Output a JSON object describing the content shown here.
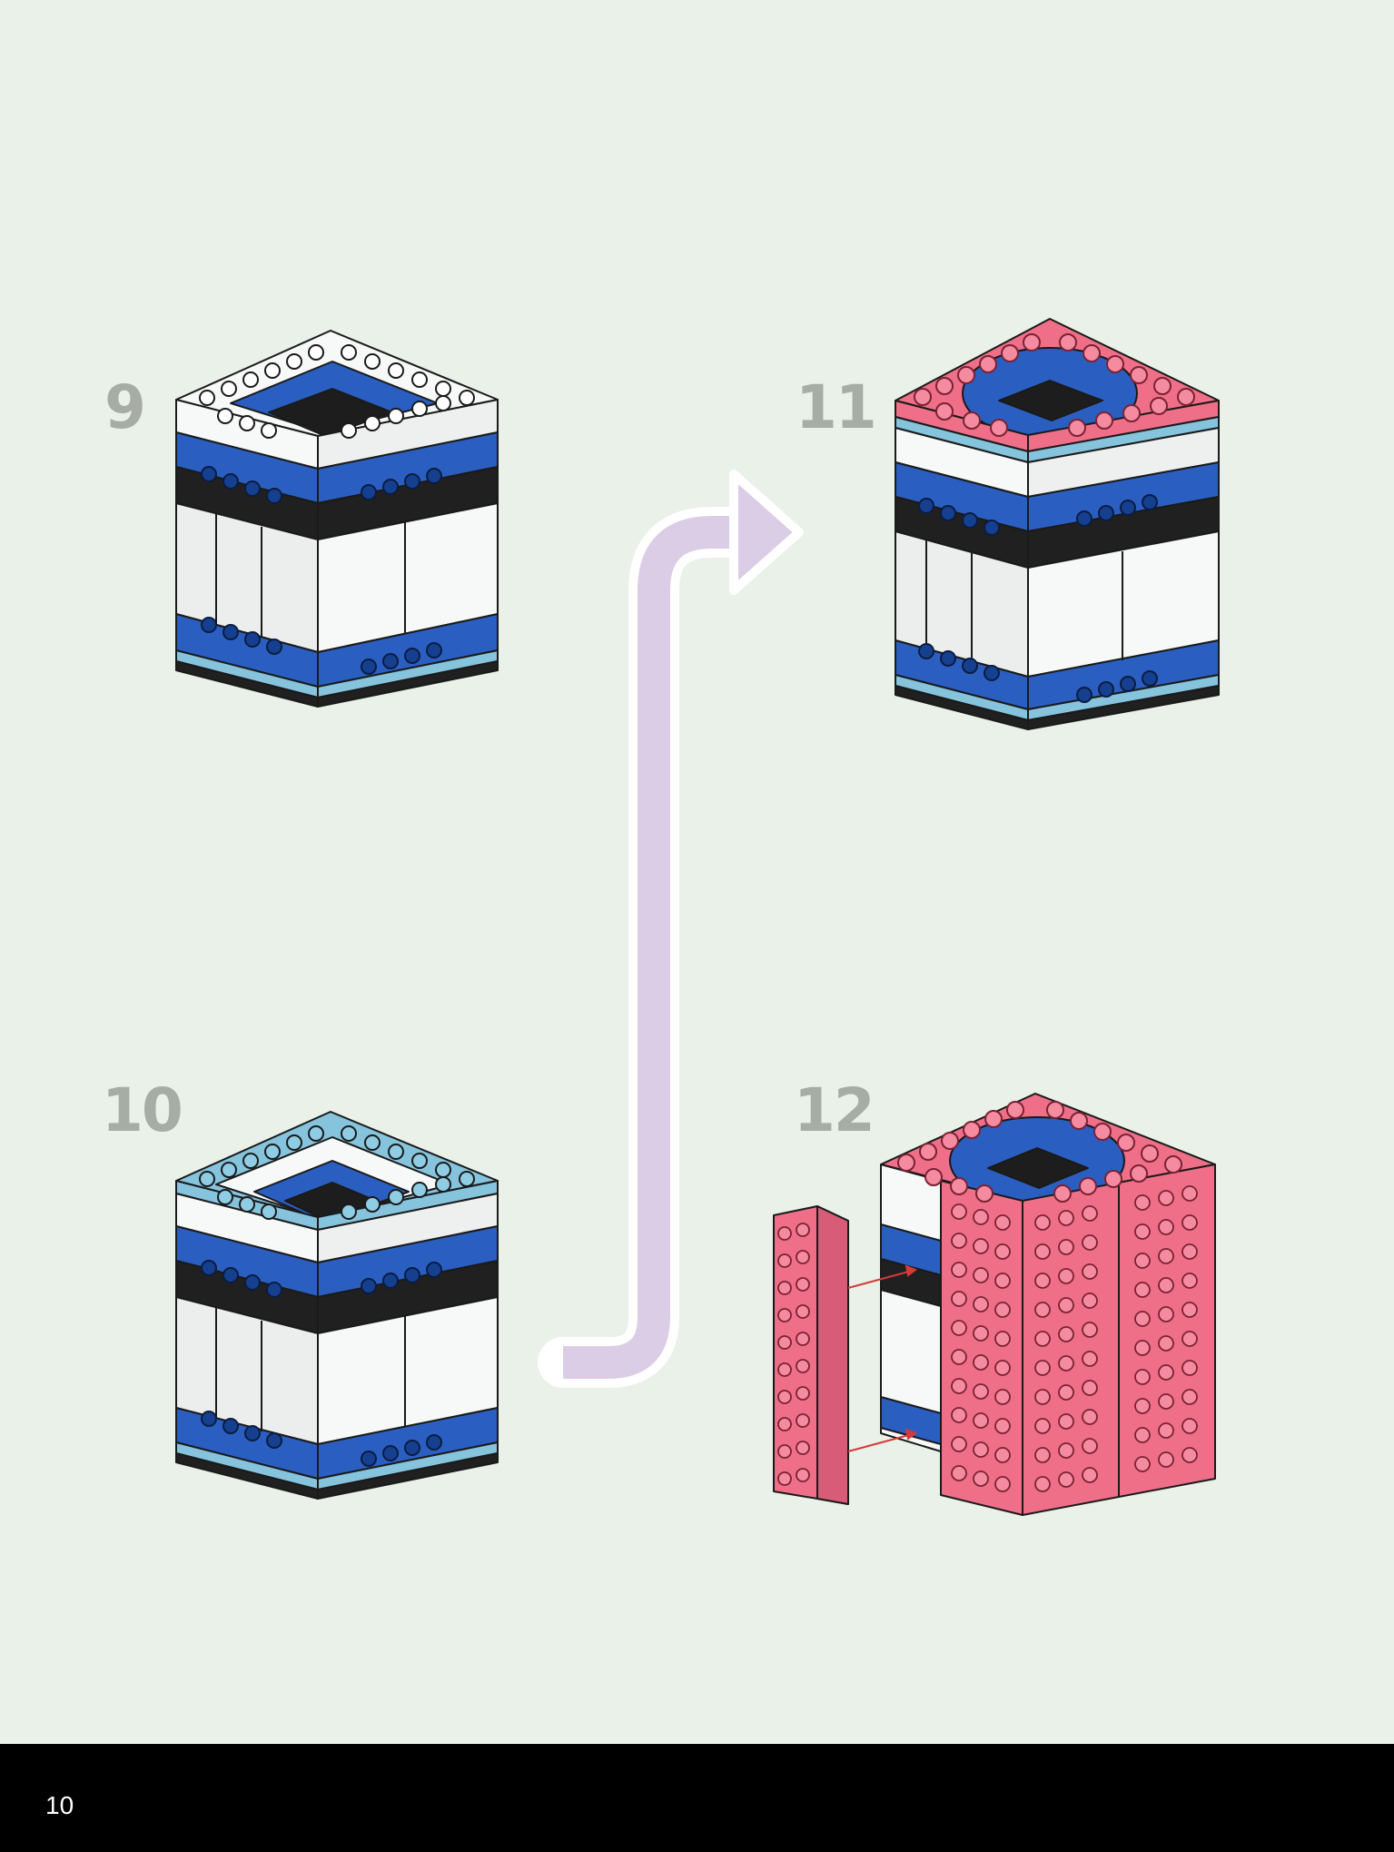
{
  "steps": [
    {
      "number": "9"
    },
    {
      "number": "10"
    },
    {
      "number": "11"
    },
    {
      "number": "12"
    }
  ],
  "footer": {
    "page_number": "10"
  },
  "colors": {
    "background": "#e9f1e8",
    "brick_white": "#f7f8f8",
    "brick_blue": "#2a5fc1",
    "brick_light_blue": "#86c3dd",
    "brick_black": "#202020",
    "brick_pink": "#ef6f89",
    "arrow": "#dccde6",
    "step_number": "#a7ada4",
    "connector_line": "#d43a3a"
  }
}
